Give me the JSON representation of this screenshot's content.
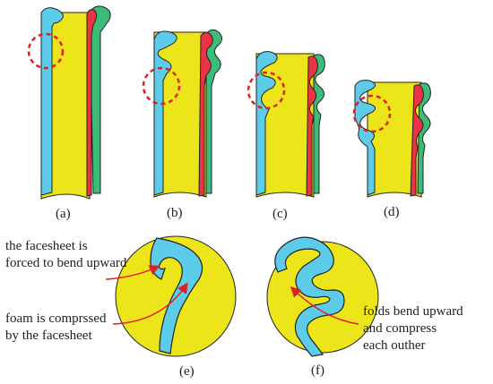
{
  "colors": {
    "foam": "#ece51a",
    "facesheet_outer": "#5dcbea",
    "facesheet_inner": "#ea3344",
    "inner_coat": "#3dbb78",
    "outline": "#222222",
    "marker": "#e02020"
  },
  "panel_labels": [
    "(a)",
    "(b)",
    "(c)",
    "(d)",
    "(e)",
    "(f)"
  ],
  "annotations": {
    "e_top": [
      "the facesheet is",
      "forced to bend upward"
    ],
    "e_bottom": [
      "foam is comprssed",
      "by the facesheet"
    ],
    "f_right": [
      "folds bend upward",
      "and compress",
      "each outher"
    ]
  }
}
